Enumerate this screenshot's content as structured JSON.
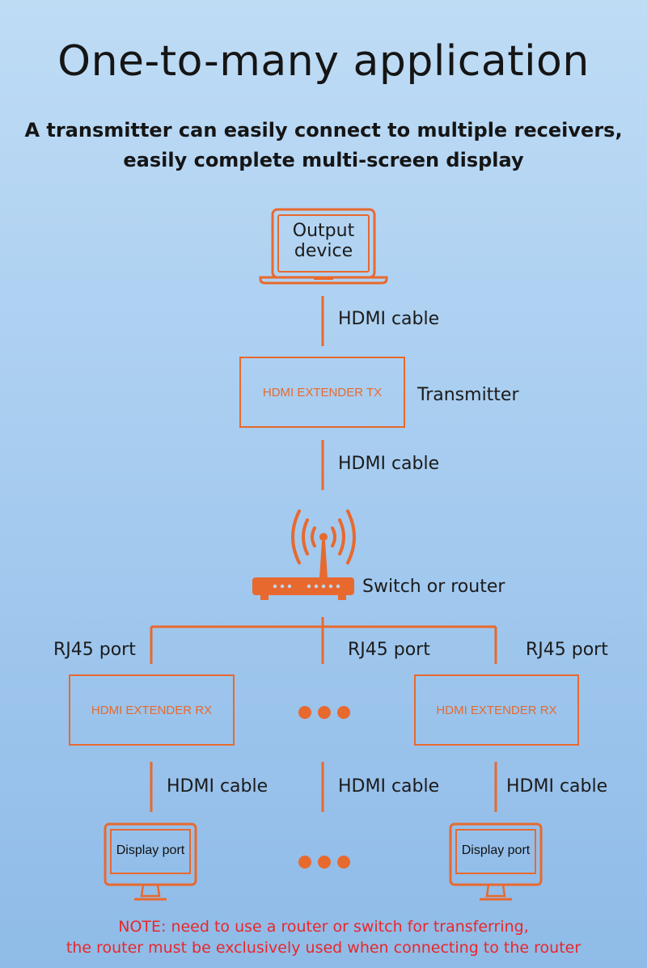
{
  "header": {
    "title": "One-to-many application",
    "subtitle_line1": "A transmitter can easily connect to multiple receivers,",
    "subtitle_line2": "easily complete multi-screen display"
  },
  "output_device": {
    "line1": "Output",
    "line2": "device"
  },
  "cables": {
    "hdmi_1": "HDMI cable",
    "hdmi_2": "HDMI cable",
    "hdmi_left": "HDMI cable",
    "hdmi_mid": "HDMI cable",
    "hdmi_right": "HDMI cable"
  },
  "transmitter": {
    "box_text": "HDMI EXTENDER TX",
    "label": "Transmitter"
  },
  "router": {
    "label": "Switch or router"
  },
  "ports": {
    "left": "RJ45 port",
    "mid": "RJ45 port",
    "right": "RJ45 port"
  },
  "receivers": {
    "left": "HDMI EXTENDER RX",
    "right": "HDMI EXTENDER RX"
  },
  "displays": {
    "left": "Display port",
    "right": "Display port"
  },
  "note": {
    "line1": "NOTE:  need to use a router or switch for transferring,",
    "line2": "the router must be exclusively used when connecting to the router"
  },
  "colors": {
    "accent": "#e8692e",
    "note": "#e8272a",
    "background_top": "#bfdcf5",
    "background_bottom": "#8fbbe8"
  }
}
